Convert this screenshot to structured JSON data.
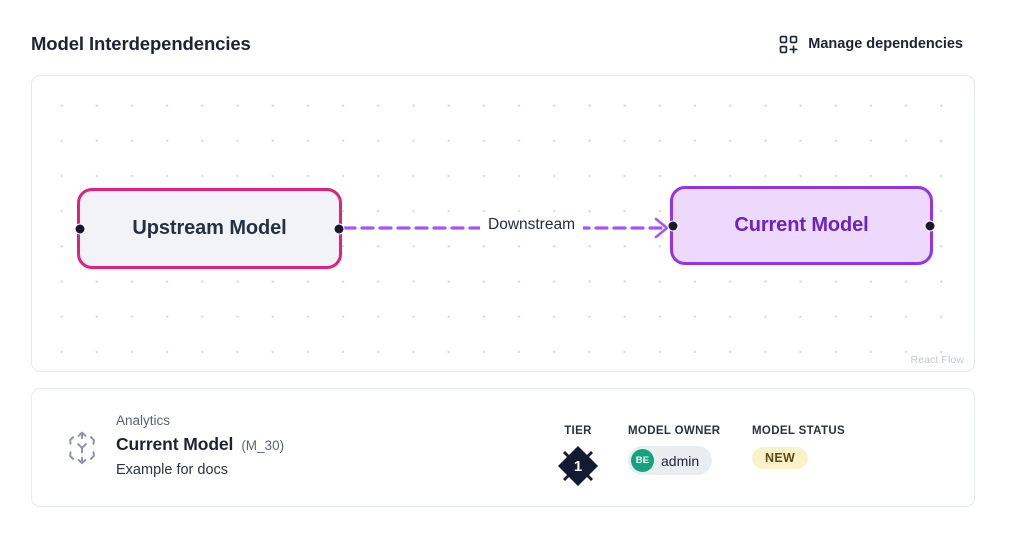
{
  "header": {
    "title": "Model Interdependencies",
    "manage_button_label": "Manage dependencies",
    "manage_button_icon": "grid-plus-icon"
  },
  "canvas": {
    "watermark": "React Flow",
    "grid": "dots",
    "nodes": [
      {
        "id": "upstream",
        "label": "Upstream Model",
        "border_color": "#e51f7d",
        "fill_color": "#f1f3f8",
        "text_color": "#273043"
      },
      {
        "id": "current",
        "label": "Current Model",
        "border_color": "#9333ea",
        "fill_color": "#ecd9fb",
        "text_color": "#6b21c8"
      }
    ],
    "edges": [
      {
        "id": "upstream-to-current",
        "label": "Downstream",
        "from": "upstream",
        "to": "current",
        "style": "dashed",
        "color": "#a855f7",
        "arrow": "chevron-right"
      }
    ]
  },
  "detail": {
    "icon": "model-network-icon",
    "category": "Analytics",
    "name": "Current Model",
    "code": "(M_30)",
    "description": "Example for docs",
    "tier": {
      "label": "TIER",
      "value": "1",
      "color": "#141a33"
    },
    "owner": {
      "label": "MODEL OWNER",
      "initials": "BE",
      "name": "admin",
      "avatar_color": "#13a37f"
    },
    "status": {
      "label": "MODEL STATUS",
      "value": "NEW",
      "bg_color": "#fbf3c8",
      "text_color": "#5e4a18"
    }
  }
}
